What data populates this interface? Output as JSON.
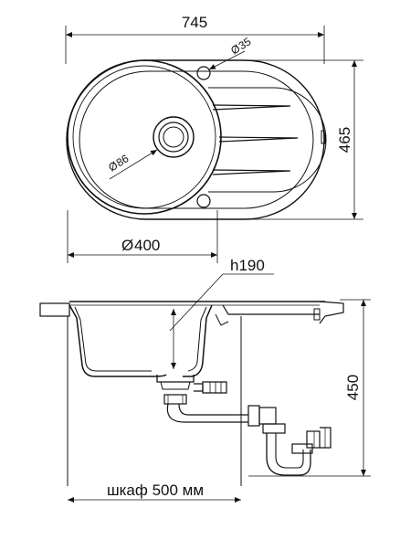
{
  "dimensions": {
    "width": "745",
    "depth": "465",
    "hole_diameter": "35",
    "drain_diameter": "86",
    "bowl_diameter": "400",
    "bowl_height": "h190",
    "cabinet_height": "450",
    "cabinet_width": "шкаф 500 мм"
  },
  "symbols": {
    "diameter": "Ø"
  }
}
